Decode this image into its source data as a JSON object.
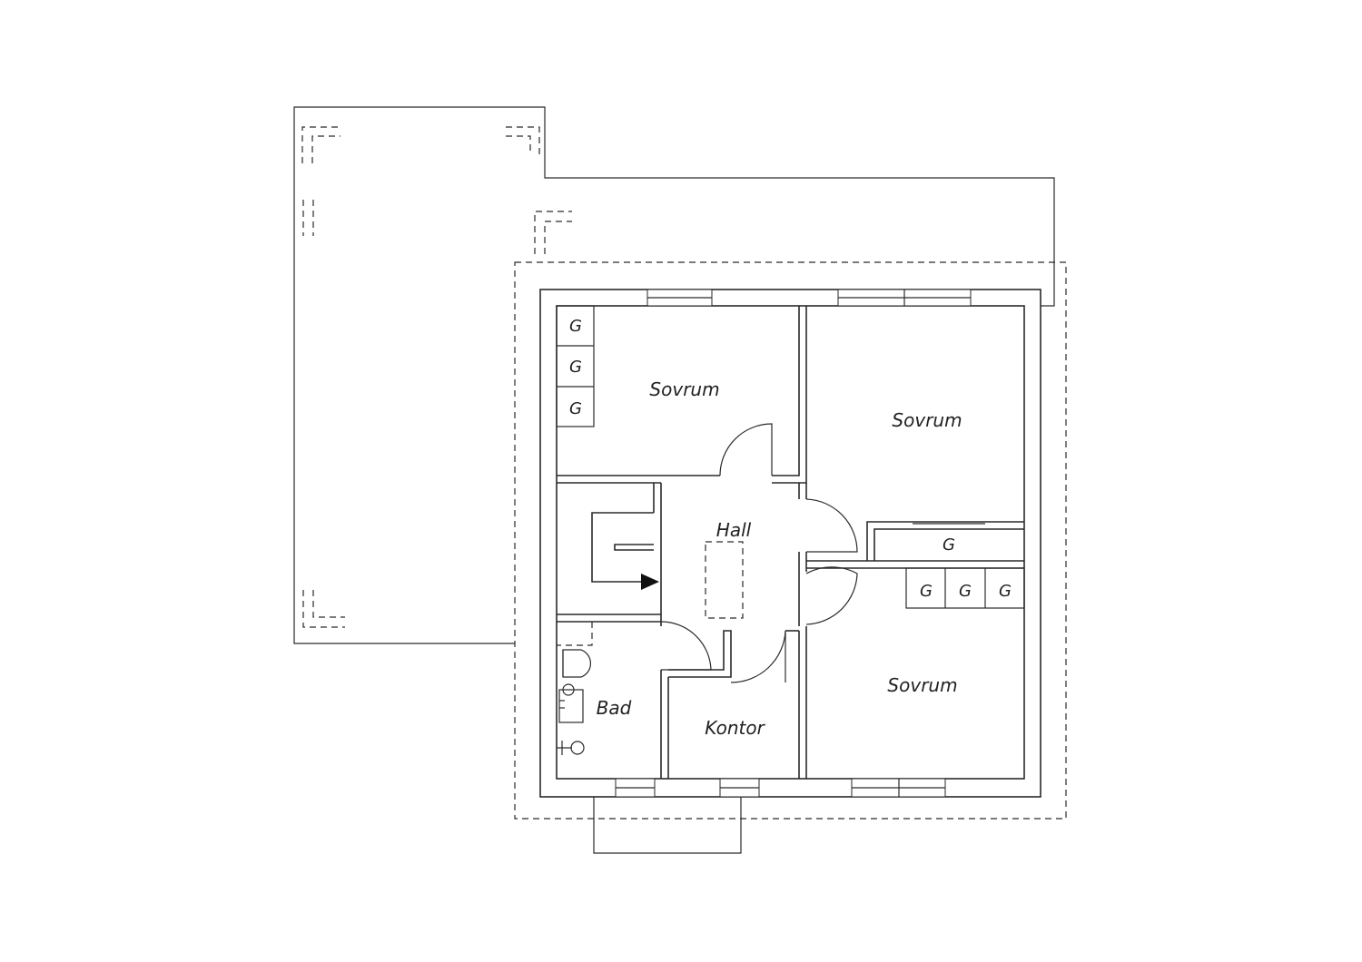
{
  "rooms": {
    "sovrum_nw": "Sovrum",
    "sovrum_ne": "Sovrum",
    "sovrum_se": "Sovrum",
    "hall": "Hall",
    "bad": "Bad",
    "kontor": "Kontor"
  },
  "storage_label": "G"
}
